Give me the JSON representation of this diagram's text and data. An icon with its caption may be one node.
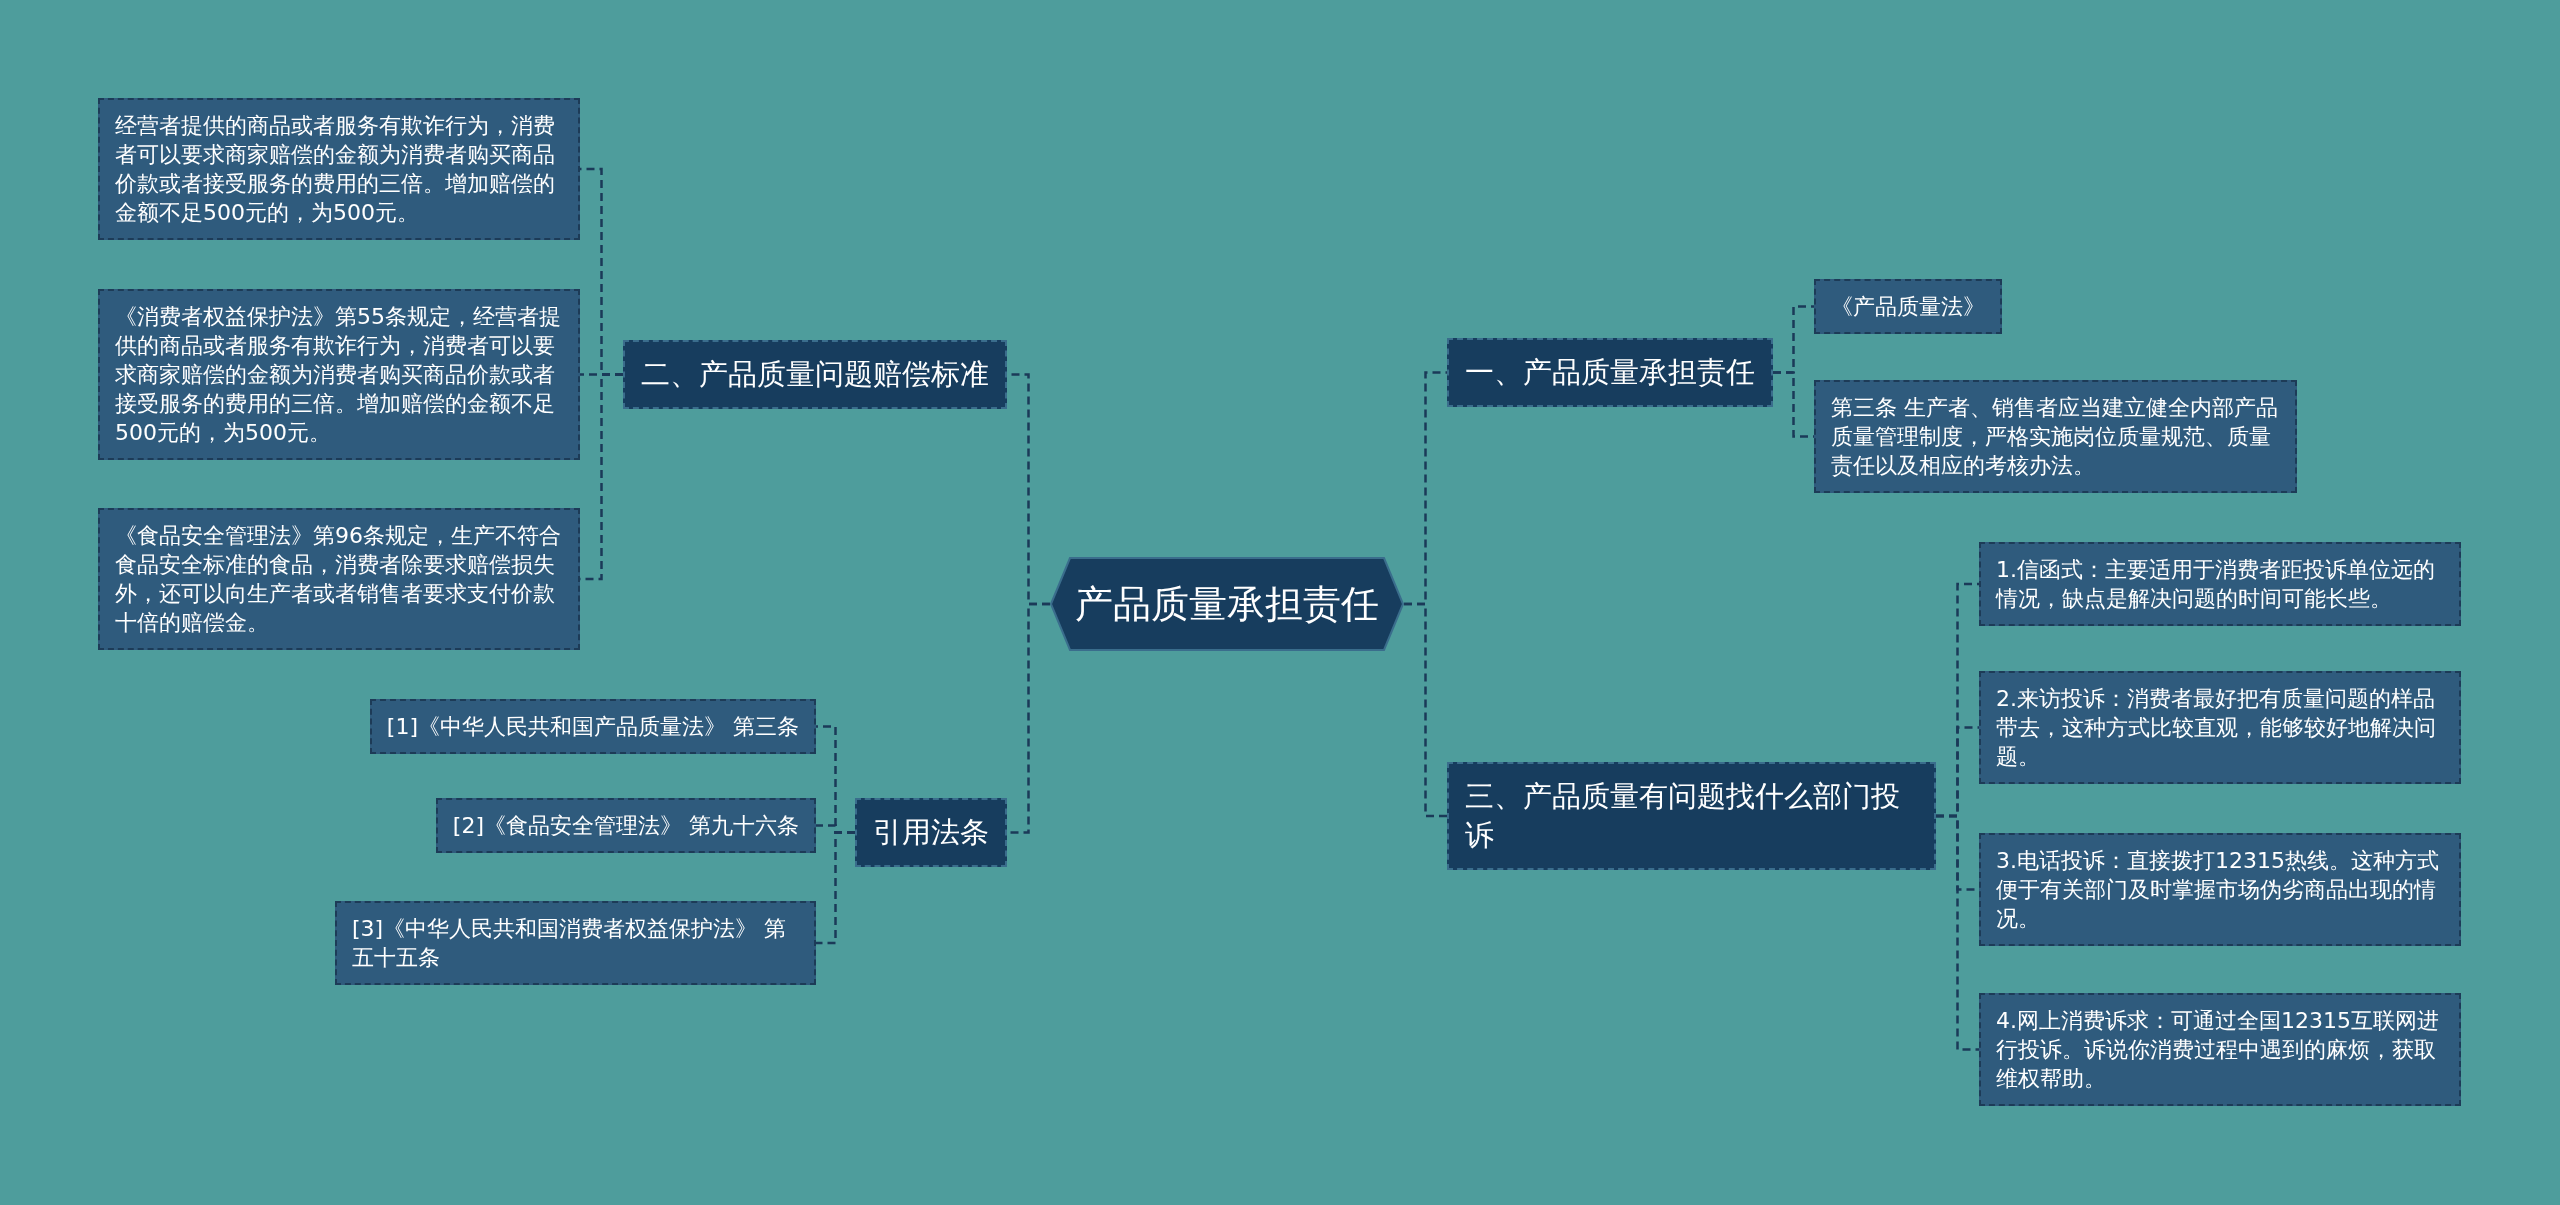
{
  "diagram": {
    "nodes": [
      {
        "text": [
          "产品质量承担责任"
        ]
      },
      {
        "text": [
          "一、产品质量承担责任"
        ]
      },
      {
        "text": [
          "《产品质量法》"
        ]
      },
      {
        "text": [
          "第三条 生产者、销售者应当建立健全内部产品质量管理制度，严格实施岗位质量规范、质量责任以及相应的考核办法。"
        ]
      },
      {
        "text": [
          "三、产品质量有问题找什么部门投诉"
        ]
      },
      {
        "text": [
          "1.信函式：主要适用于消费者距投诉单位远的情况，缺点是解决问题的时间可能长些。"
        ]
      },
      {
        "text": [
          "2.来访投诉：消费者最好把有质量问题的样品带去，这种方式比较直观，能够较好地解决问题。"
        ]
      },
      {
        "text": [
          "3.电话投诉：直接拨打12315热线。这种方式便于有关部门及时掌握市场伪劣商品出现的情况。"
        ]
      },
      {
        "text": [
          "4.网上消费诉求：可通过全国12315互联网进行投诉。诉说你消费过程中遇到的麻烦，获取维权帮助。"
        ]
      },
      {
        "text": [
          "二、产品质量问题赔偿标准"
        ]
      },
      {
        "text": [
          "经营者提供的商品或者服务有欺诈行为，消费者可以要求商家赔偿的金额为消费者购买商品价款或者接受服务的费用的三倍。增加赔偿的金额不足500元的，为500元。"
        ]
      },
      {
        "text": [
          "《消费者权益保护法》第55条规定，经营者提供的商品或者服务有欺诈行为，消费者可以要求商家赔偿的金额为消费者购买商品价款或者接受服务的费用的三倍。增加赔偿的金额不足500元的，为500元。"
        ]
      },
      {
        "text": [
          "《食品安全管理法》第96条规定，生产不符合食品安全标准的食品，消费者除要求赔偿损失外，还可以向生产者或者销售者要求支付价款十倍的赔偿金。"
        ]
      },
      {
        "text": [
          "引用法条"
        ]
      },
      {
        "text": [
          "[1]《中华人民共和国产品质量法》 第三条"
        ]
      },
      {
        "text": [
          "[2]《食品安全管理法》 第九十六条"
        ]
      },
      {
        "text": [
          "[3]《中华人民共和国消费者权益保护法》 第五十五条"
        ]
      }
    ],
    "edges": [
      {
        "from": 0,
        "to": 1,
        "arrow": "none"
      },
      {
        "from": 0,
        "to": 4,
        "arrow": "none"
      },
      {
        "from": 0,
        "to": 9,
        "arrow": "none"
      },
      {
        "from": 0,
        "to": 13,
        "arrow": "none"
      },
      {
        "from": 1,
        "to": 2,
        "arrow": "none"
      },
      {
        "from": 1,
        "to": 3,
        "arrow": "none"
      },
      {
        "from": 4,
        "to": 5,
        "arrow": "none"
      },
      {
        "from": 4,
        "to": 6,
        "arrow": "none"
      },
      {
        "from": 4,
        "to": 7,
        "arrow": "none"
      },
      {
        "from": 4,
        "to": 8,
        "arrow": "none"
      },
      {
        "from": 9,
        "to": 10,
        "arrow": "none"
      },
      {
        "from": 9,
        "to": 11,
        "arrow": "none"
      },
      {
        "from": 9,
        "to": 12,
        "arrow": "none"
      },
      {
        "from": 13,
        "to": 14,
        "arrow": "none"
      },
      {
        "from": 13,
        "to": 15,
        "arrow": "none"
      },
      {
        "from": 13,
        "to": 16,
        "arrow": "none"
      }
    ]
  }
}
